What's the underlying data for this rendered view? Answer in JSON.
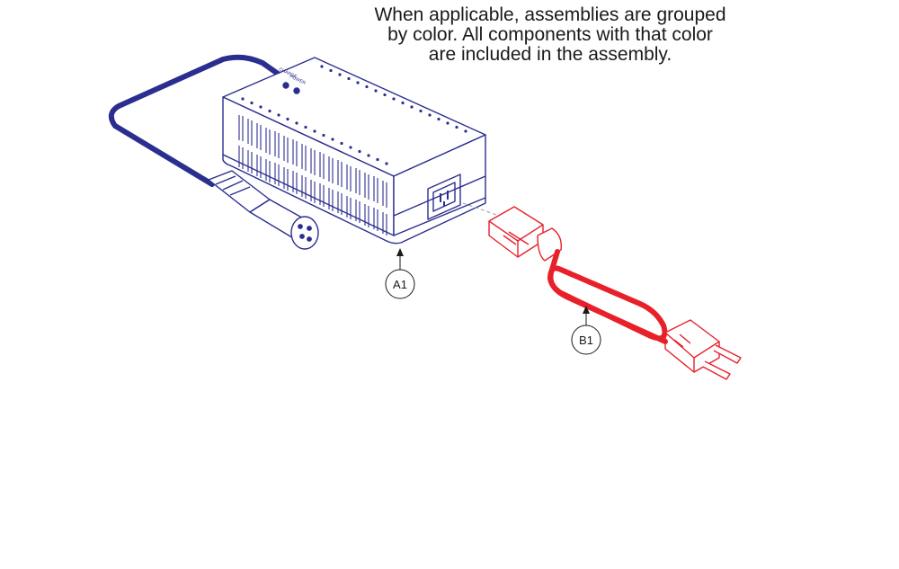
{
  "note": {
    "line1": "When applicable, assemblies are grouped",
    "line2": "by color. All components with that color",
    "line3": "are included in the assembly."
  },
  "labels": {
    "charger_power": "POWER",
    "charger_charge": "CHARGE"
  },
  "callouts": [
    {
      "id": "A1",
      "label": "A1",
      "part": "charger-assembly",
      "color": "#2a2f8f"
    },
    {
      "id": "B1",
      "label": "B1",
      "part": "ac-power-cord",
      "color": "#e8202a"
    }
  ],
  "colors": {
    "charger": "#2a2f8f",
    "power_cord": "#e8202a",
    "ink": "#1a1a1a"
  }
}
